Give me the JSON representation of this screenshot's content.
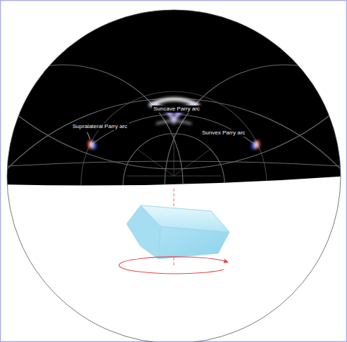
{
  "diagram": {
    "labels": [
      "Supralateral Parry arc",
      "Suncave Parry arc",
      "Sunvex Parry arc"
    ]
  }
}
